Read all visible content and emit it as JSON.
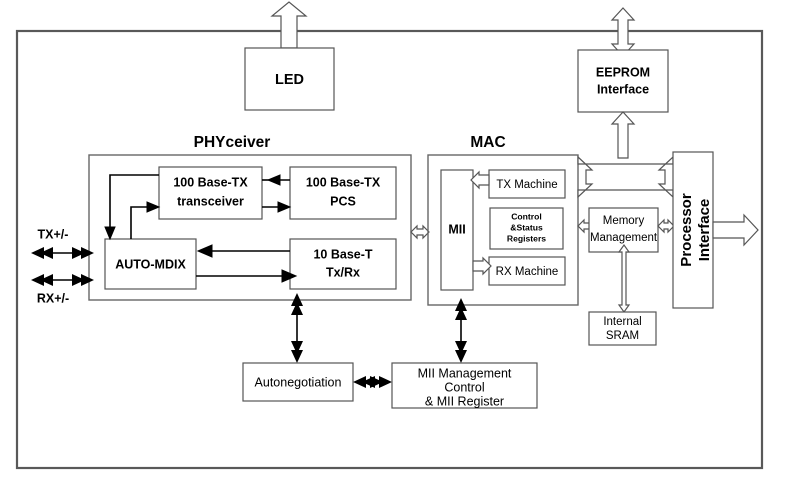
{
  "diagram": {
    "title_blocks": {
      "phyceiver": "PHYceiver",
      "mac": "MAC"
    },
    "blocks": {
      "led": "LED",
      "tx_transceiver_l1": "100 Base-TX",
      "tx_transceiver_l2": "transceiver",
      "tx_pcs_l1": "100 Base-TX",
      "tx_pcs_l2": "PCS",
      "auto_mdix": "AUTO-MDIX",
      "base_t_l1": "10 Base-T",
      "base_t_l2": "Tx/Rx",
      "mii": "MII",
      "tx_machine": "TX Machine",
      "csr_l1": "Control",
      "csr_l2": "&Status",
      "csr_l3": "Registers",
      "rx_machine": "RX Machine",
      "eeprom_l1": "EEPROM",
      "eeprom_l2": "Interface",
      "memory_mgmt_l1": "Memory",
      "memory_mgmt_l2": "Management",
      "internal_sram_l1": "Internal",
      "internal_sram_l2": "SRAM",
      "processor_if_l1": "Processor",
      "processor_if_l2": "Interface",
      "autonegotiation": "Autonegotiation",
      "mii_mgmt_l1": "MII Management",
      "mii_mgmt_l2": "Control",
      "mii_mgmt_l3": "& MII Register"
    },
    "port_labels": {
      "tx": "TX+/-",
      "rx": "RX+/-"
    },
    "colors": {
      "stroke": "#555555",
      "outer_stroke": "#595959",
      "line": "#000000",
      "fill": "#ffffff",
      "text": "#000000"
    }
  }
}
